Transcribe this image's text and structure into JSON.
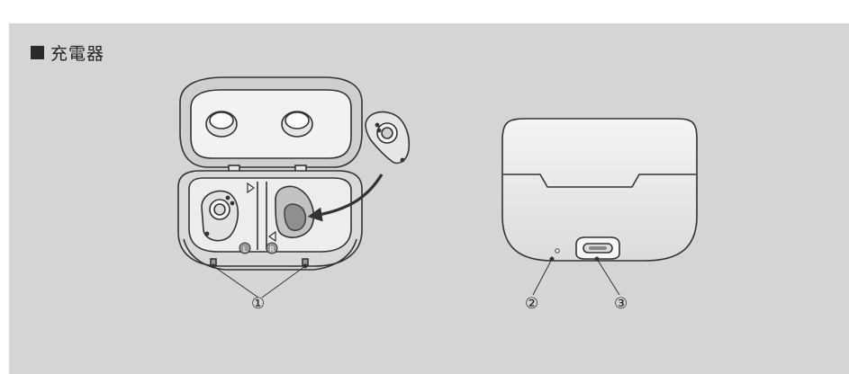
{
  "heading": {
    "text": "充電器"
  },
  "callouts": {
    "c1": "①",
    "c2": "②",
    "c3": "③"
  },
  "case_marks": {
    "left": "L",
    "right": "R"
  }
}
